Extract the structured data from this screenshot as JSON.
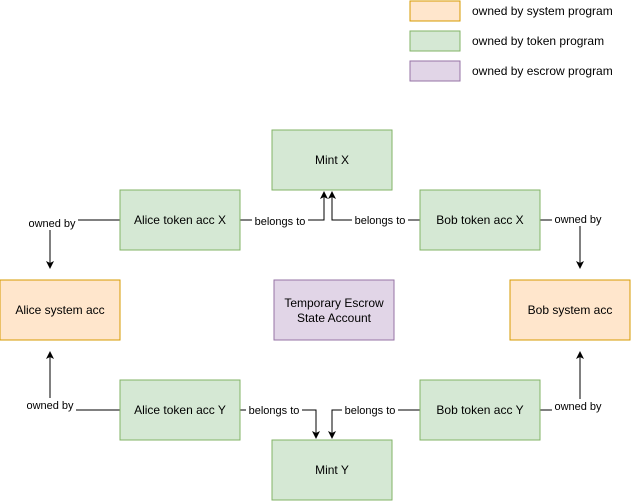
{
  "colors": {
    "system_fill": "#ffe6cc",
    "system_stroke": "#d79b00",
    "token_fill": "#d5e8d4",
    "token_stroke": "#82b366",
    "escrow_fill": "#e1d5e7",
    "escrow_stroke": "#9673a6",
    "line": "#000000"
  },
  "legend": {
    "system": "owned by system program",
    "token": "owned by token program",
    "escrow": "owned by escrow program"
  },
  "nodes": {
    "mint_x": "Mint X",
    "mint_y": "Mint Y",
    "alice_token_x": "Alice token acc X",
    "bob_token_x": "Bob token acc X",
    "alice_token_y": "Alice token acc Y",
    "bob_token_y": "Bob token acc Y",
    "alice_system": "Alice system acc",
    "bob_system": "Bob system acc",
    "escrow_line1": "Temporary Escrow",
    "escrow_line2": "State Account"
  },
  "edges": {
    "alice_x_owned": "owned by",
    "bob_x_owned": "owned by",
    "alice_y_owned": "owned by",
    "bob_y_owned": "owned by",
    "alice_x_belongs": "belongs to",
    "bob_x_belongs": "belongs to",
    "alice_y_belongs": "belongs to",
    "bob_y_belongs": "belongs to"
  }
}
